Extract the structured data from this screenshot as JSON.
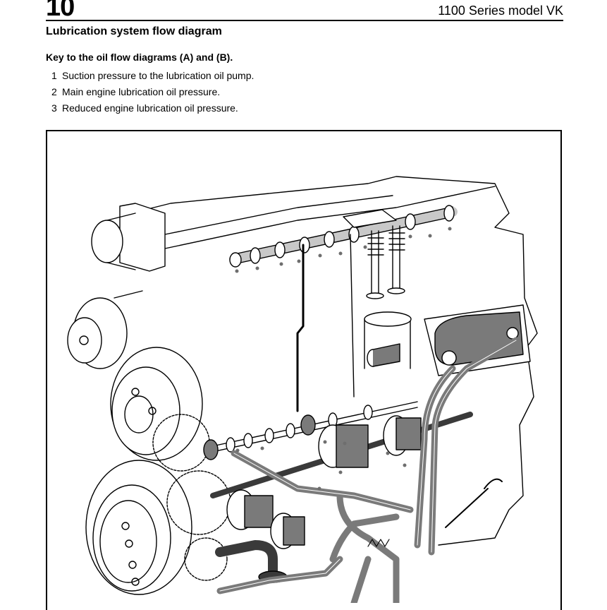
{
  "header": {
    "chapter_number": "10",
    "series_label": "1100 Series model VK"
  },
  "section_title": "Lubrication system flow diagram",
  "key": {
    "heading": "Key to the oil flow diagrams (A) and (B).",
    "items": [
      {
        "number": "1",
        "text": "Suction pressure to the lubrication oil pump."
      },
      {
        "number": "2",
        "text": "Main engine lubrication oil pressure."
      },
      {
        "number": "3",
        "text": "Reduced engine lubrication oil pressure."
      }
    ]
  },
  "diagram": {
    "description": "Cutaway line illustration of engine showing oil flow paths",
    "colors": {
      "line": "#000000",
      "suction_flow": "#3a3a3a",
      "main_pressure_flow": "#7a7a7a",
      "reduced_pressure_flow": "#c8c8c8",
      "component_fill": "#ffffff"
    }
  }
}
